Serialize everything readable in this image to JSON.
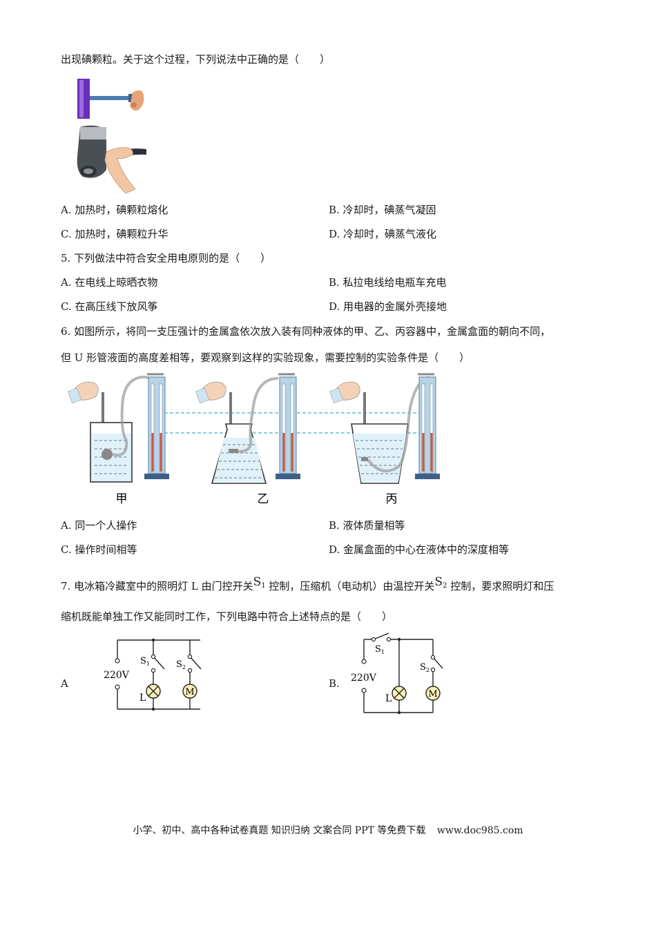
{
  "q4": {
    "intro_tail": "出现碘颗粒。关于这个过程，下列说法中正确的是（　　）",
    "options": {
      "A": "A. 加热时，碘颗粒熔化",
      "B": "B. 冷却时，碘蒸气凝固",
      "C": "C. 加热时，碘颗粒升华",
      "D": "D. 冷却时，碘蒸气液化"
    }
  },
  "q5": {
    "stem": "5. 下列做法中符合安全用电原则的是（　　）",
    "options": {
      "A": "A. 在电线上晾晒衣物",
      "B": "B. 私拉电线给电瓶车充电",
      "C": "C. 在高压线下放风筝",
      "D": "D. 用电器的金属外壳接地"
    }
  },
  "q6": {
    "stem_line1": "6. 如图所示，将同一支压强计的金属盒依次放入装有同种液体的甲、乙、丙容器中，金属盒面的朝向不同，",
    "stem_line2": "但 U 形管液面的高度差相等，要观察到这样的实验现象，需要控制的实验条件是（　　）",
    "labels": {
      "jia": "甲",
      "yi": "乙",
      "bing": "丙"
    },
    "options": {
      "A": "A. 同一个人操作",
      "B": "B. 液体质量相等",
      "C": "C. 操作时间相等",
      "D": "D. 金属盒面的中心在液体中的深度相等"
    }
  },
  "q7": {
    "p1": "7. 电冰箱冷藏室中的照明灯 L 由门控开关",
    "s": "S",
    "sub1": "1",
    "p2": " 控制，压缩机（电动机）由温控开关",
    "sub2": "2",
    "p3": " 控制，要求照明灯和压",
    "line2": "缩机既能单独工作又能同时工作，下列电路中符合上述特点的是（　　）",
    "optA_label": "A",
    "optB_label": "B.",
    "circuit": {
      "voltage": "220V",
      "lamp": "L",
      "motor": "M",
      "switch_letter": "S",
      "sub1": "1",
      "sub2": "2"
    }
  },
  "footer": {
    "left": "小学、初中、高中各种试卷真题  知识归纳  文案合同  PPT 等免费下载",
    "right": "www.doc985.com"
  }
}
